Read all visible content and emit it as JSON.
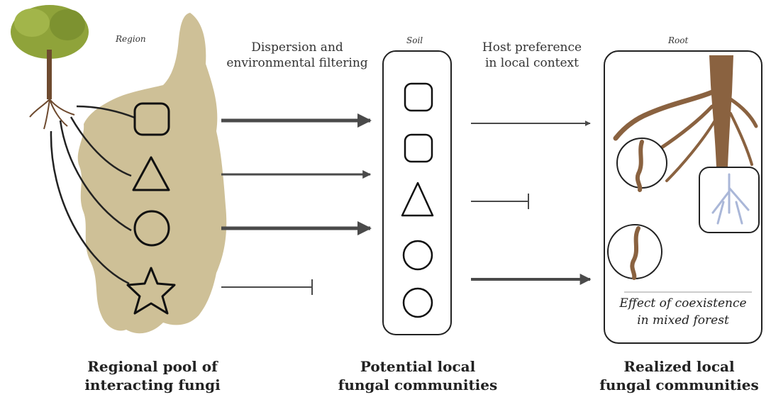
{
  "region": {
    "title": "Region"
  },
  "soil": {
    "title": "Soil"
  },
  "root": {
    "title": "Root"
  },
  "filtering": {
    "line1": "Dispersion and",
    "line2": "environmental filtering"
  },
  "host": {
    "line1": "Host preference",
    "line2": "in local context"
  },
  "effect": {
    "line1": "Effect of coexistence",
    "line2": "in mixed forest"
  },
  "captions": {
    "regional_line1": "Regional pool of",
    "regional_line2": "interacting fungi",
    "potential_line1": "Potential local",
    "potential_line2": "fungal communities",
    "realized_line1": "Realized local",
    "realized_line2": "fungal communities"
  },
  "colors": {
    "island": "#c9b98c",
    "tree_leaves": "#8fa33a",
    "trunk": "#6e4a2f",
    "root": "#8a6240",
    "arrow": "#4a4a4a",
    "mycorrhiza_blue": "#aab7d8"
  }
}
